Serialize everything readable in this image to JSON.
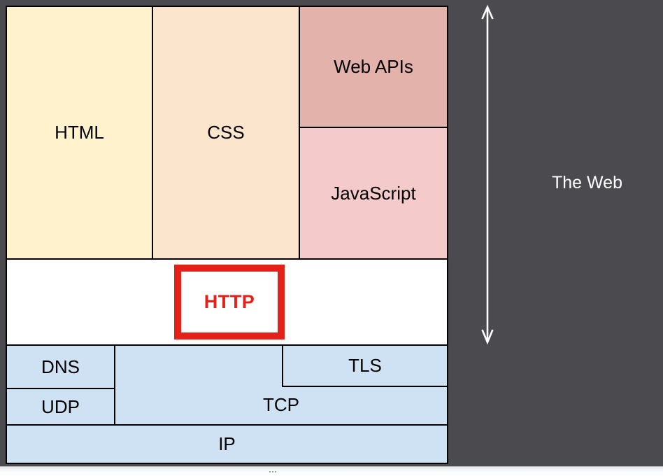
{
  "page": {
    "background_color": "#4A4A4F"
  },
  "stack_diagram": {
    "app_layer": {
      "html": {
        "label": "HTML",
        "fill": "#FFF2CC"
      },
      "css": {
        "label": "CSS",
        "fill": "#FCE5CD"
      },
      "web_apis": {
        "label": "Web APIs",
        "fill": "#E3B2AB"
      },
      "javascript": {
        "label": "JavaScript",
        "fill": "#F4CACA"
      }
    },
    "http": {
      "label": "HTTP",
      "fill": "#FFFFFF",
      "border_color": "#E32119",
      "text_color": "#E32119"
    },
    "network_layer": {
      "dns": {
        "label": "DNS",
        "fill": "#CFE2F3"
      },
      "udp": {
        "label": "UDP",
        "fill": "#CFE2F3"
      },
      "tcp": {
        "label": "TCP",
        "fill": "#CFE2F3"
      },
      "tls": {
        "label": "TLS",
        "fill": "#CFE2F3"
      },
      "ip": {
        "label": "IP",
        "fill": "#CFE2F3"
      }
    },
    "box_border_color": "#000000"
  },
  "annotation": {
    "label": "The Web",
    "text_color": "#FFFFFF",
    "arrow_color": "#FFFFFF"
  }
}
